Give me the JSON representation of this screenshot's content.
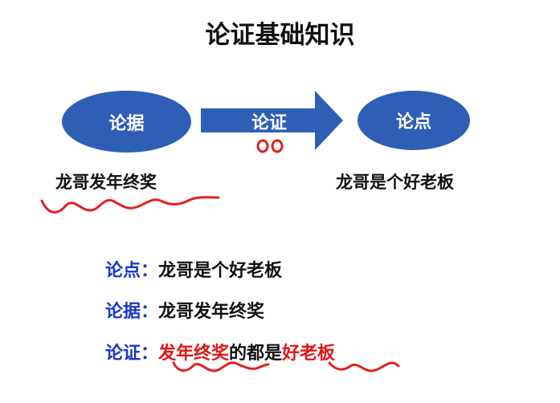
{
  "title": "论证基础知识",
  "diagram": {
    "left_oval": "论据",
    "arrow_label": "论证",
    "right_oval": "论点",
    "left_caption": "龙哥发年终奖",
    "right_caption": "龙哥是个好老板"
  },
  "definitions": [
    {
      "label": "论点：",
      "text": "龙哥是个好老板"
    },
    {
      "label": "论据：",
      "text": "龙哥发年终奖"
    },
    {
      "label": "论证：",
      "part1": "发年终奖",
      "part2": "的都是",
      "part3": "好老板"
    }
  ],
  "colors": {
    "oval_fill": "#2f5fb5",
    "label_blue": "#1a36c9",
    "highlight_red": "#e01515",
    "annotation_red": "#e32020"
  }
}
